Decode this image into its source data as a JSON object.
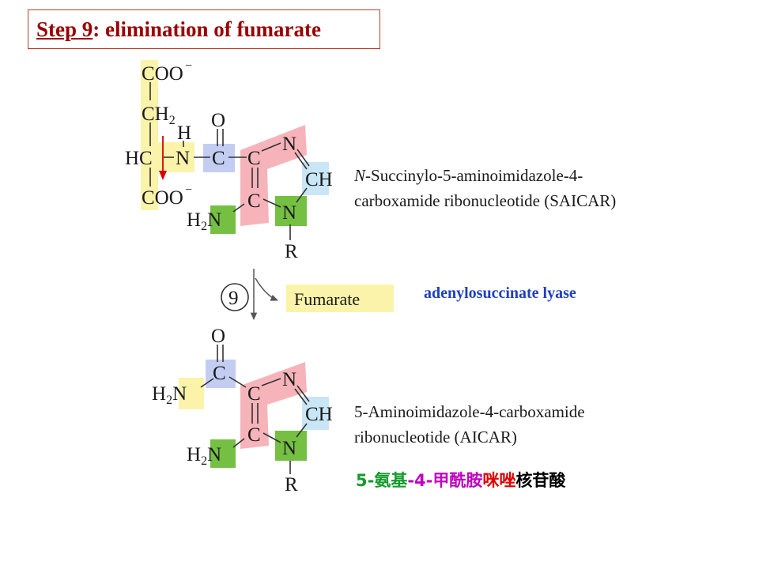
{
  "title": {
    "step": "Step 9",
    "rest": ": elimination of fumarate"
  },
  "saicar": {
    "coo_top": "COO",
    "charge_top": "−",
    "ch": "CH",
    "ch_sub": "2",
    "hc": "HC",
    "h": "H",
    "n_amide": "N",
    "o": "O",
    "c_carbonyl": "C",
    "c_ring_top": "C",
    "n_ring_top": "N",
    "ch_ring": "CH",
    "c_ring_bottom": "C",
    "n_ring_bottom": "N",
    "h2n_h": "H",
    "h2n_sub": "2",
    "h2n_n": "N",
    "coo_bottom": "COO",
    "charge_bottom": "−",
    "r": "R",
    "name_italic": "N",
    "name_line1": "-Succinylo-5-aminoimidazole-4-",
    "name_line2": "carboxamide ribonucleotide (SAICAR)"
  },
  "reaction": {
    "step_number": "9",
    "byproduct": "Fumarate",
    "enzyme": "adenylosuccinate lyase"
  },
  "aicar": {
    "o": "O",
    "c_carbonyl": "C",
    "h2n_amide_h": "H",
    "h2n_amide_sub": "2",
    "h2n_amide_n": "N",
    "c_ring_top": "C",
    "n_ring_top": "N",
    "ch_ring": "CH",
    "c_ring_bottom": "C",
    "n_ring_bottom": "N",
    "h2n_h": "H",
    "h2n_sub": "2",
    "h2n_n": "N",
    "r": "R",
    "name_line1": "5-Aminoimidazole-4-carboxamide",
    "name_line2": "ribonucleotide (AICAR)"
  },
  "chinese_name": {
    "part1": "5-",
    "part2": "氨基",
    "part3": "-4-",
    "part4": "甲酰胺",
    "part5": "咪唑",
    "part6": "核苷酸"
  },
  "colors": {
    "title": "#990000",
    "title_border": "#c0392b",
    "yellow": "#fbf3a9",
    "blue": "#c3cdf2",
    "pink": "#f6b4ba",
    "light_blue": "#c9e6f6",
    "green": "#75c043",
    "enzyme": "#1f3fbf",
    "cleavage_arrow": "#d90000",
    "cn_green": "#139b2b",
    "cn_magenta": "#c000c0",
    "cn_red": "#e00000",
    "cn_black": "#000000"
  }
}
